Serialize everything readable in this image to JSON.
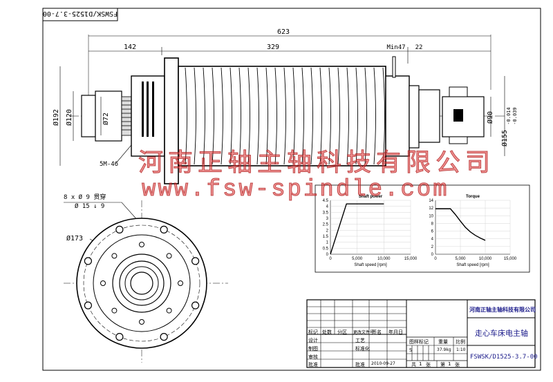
{
  "drawing_number": "FSWSK/D1525-3.7-00",
  "watermark": {
    "company_cn": "河南正轴主轴科技有限公司",
    "url": "www.fsw-spindle.com"
  },
  "dimensions": {
    "overall": "623",
    "left_section": "142",
    "middle_section": "329",
    "min": "Min47",
    "right": "22",
    "d192": "Ø192",
    "d120": "Ø120",
    "d72": "Ø72",
    "d90": "Ø90",
    "d155": "Ø155",
    "tol_upper": "-0.014",
    "tol_lower": "-0.039",
    "connector": "5M-46",
    "d173": "Ø173",
    "hole_spec_line1": "8 x Ø 9 贯穿",
    "hole_spec_line2": "Ø 15 ↓ 9"
  },
  "charts": {
    "shaft_power": {
      "title": "Shaft power",
      "xlabel": "Shaft speed [rpm]",
      "x_ticks": [
        "0",
        "5,000",
        "10,000",
        "15,000"
      ],
      "y_ticks": [
        "0",
        "0.5",
        "1",
        "1.5",
        "2",
        "2.5",
        "3",
        "3.5",
        "4",
        "4.5"
      ]
    },
    "torque": {
      "title": "Torque",
      "xlabel": "Shaft speed [rpm]",
      "x_ticks": [
        "0",
        "5,000",
        "10,000",
        "15,000"
      ],
      "y_ticks": [
        "0",
        "2",
        "4",
        "6",
        "8",
        "10",
        "12",
        "14"
      ]
    }
  },
  "chart_data": [
    {
      "type": "line",
      "title": "Shaft power",
      "xlabel": "Shaft speed [rpm]",
      "ylabel": "",
      "xlim": [
        0,
        15000
      ],
      "ylim": [
        0,
        4.5
      ],
      "series": [
        {
          "x": [
            0,
            3000,
            10000
          ],
          "y": [
            0,
            4.2,
            4.2
          ]
        }
      ]
    },
    {
      "type": "line",
      "title": "Torque",
      "xlabel": "Shaft speed [rpm]",
      "ylabel": "",
      "xlim": [
        0,
        15000
      ],
      "ylim": [
        0,
        14
      ],
      "series": [
        {
          "x": [
            0,
            3000,
            4000,
            5000,
            6000,
            7000,
            8000,
            9000,
            10000
          ],
          "y": [
            11.8,
            11.8,
            10.3,
            8.6,
            7.0,
            5.8,
            4.9,
            4.2,
            3.6
          ]
        }
      ]
    }
  ],
  "title_block": {
    "company": "河南正轴主轴科技有限公司",
    "product_name": "走心车床电主轴",
    "drawing_no": "FSWSK/D1525-3.7-00",
    "labels": {
      "biaoji": "标记",
      "chushu": "处数",
      "fenqu": "分区",
      "gengai": "更改文件号",
      "qianming": "签名",
      "riqi": "年月日",
      "sheji": "设计",
      "gongyi": "工艺",
      "biaozhun": "标准化",
      "zhitu": "制图",
      "shenhe": "审核",
      "pizhun": "批准",
      "jieduan": "图样标记",
      "zhongliang": "重量",
      "bili": "比例",
      "gong": "共",
      "zhang": "张",
      "di": "第"
    },
    "values": {
      "stage": "S",
      "weight": "37.9kg",
      "scale": "1:10",
      "date": "2010-09-27",
      "total": "1",
      "sheet": "1"
    }
  }
}
